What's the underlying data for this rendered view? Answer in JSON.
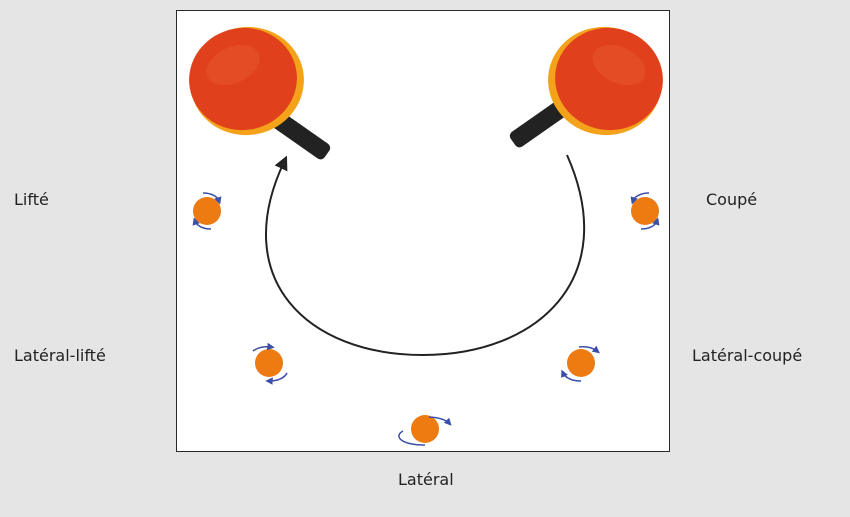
{
  "labels": {
    "lifte": "Lifté",
    "coupe": "Coupé",
    "lateral_lifte": "Latéral-lifté",
    "lateral_coupe": "Latéral-coupé",
    "lateral": "Latéral"
  },
  "colors": {
    "page_background": "#e5e5e5",
    "frame_background": "#ffffff",
    "paddle_rubber": "#e0401c",
    "paddle_rubber_dark": "#c73212",
    "paddle_edge": "#f3a21a",
    "paddle_handle": "#222222",
    "ball": "#ee7a12",
    "spin_arrow": "#3b4fa8",
    "trajectory_arrow": "#222222"
  },
  "icons": [
    "paddle-icon-left",
    "paddle-icon-right",
    "ball-icon-topspin",
    "ball-icon-backspin",
    "ball-icon-side-topspin",
    "ball-icon-side-backspin",
    "ball-icon-sidespin",
    "trajectory-arc-arrow"
  ]
}
